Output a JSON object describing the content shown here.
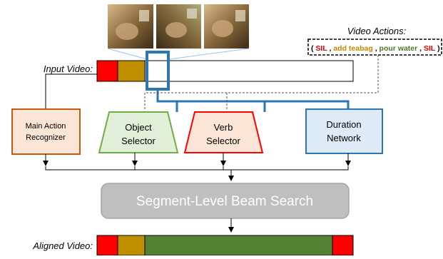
{
  "labels": {
    "input_video": "Input Video:",
    "aligned_video": "Aligned Video:",
    "video_actions_title": "Video Actions:"
  },
  "actions": {
    "open_paren": "(",
    "close_paren": ")",
    "sep": ", ",
    "items": [
      {
        "text": "SIL",
        "color": "#e00000"
      },
      {
        "text": "add teabag",
        "color": "#c28a00"
      },
      {
        "text": "pour water",
        "color": "#4f7a28"
      },
      {
        "text": "SIL",
        "color": "#e00000"
      }
    ]
  },
  "modules": {
    "main_action": {
      "line1": "Main Action",
      "line2": "Recognizer"
    },
    "object_selector": {
      "line1": "Object",
      "line2": "Selector"
    },
    "verb_selector": {
      "line1": "Verb",
      "line2": "Selector"
    },
    "duration_network": {
      "line1": "Duration",
      "line2": "Network"
    },
    "beam_search": "Segment-Level Beam Search"
  },
  "colors": {
    "sil": "#ff0000",
    "add_teabag": "#bf8f00",
    "pour_water": "#548235",
    "window_blue": "#2e75b6",
    "main_action_fill": "#fbe5d6",
    "main_action_stroke": "#c55a11",
    "object_fill": "#e2f0d9",
    "object_stroke": "#70ad47",
    "verb_fill": "#fbe5d6",
    "verb_stroke": "#ff0000",
    "duration_fill": "#deebf7",
    "duration_stroke": "#2e75b6",
    "beam_fill": "#bfbfbf",
    "beam_stroke": "#a6a6a6"
  }
}
